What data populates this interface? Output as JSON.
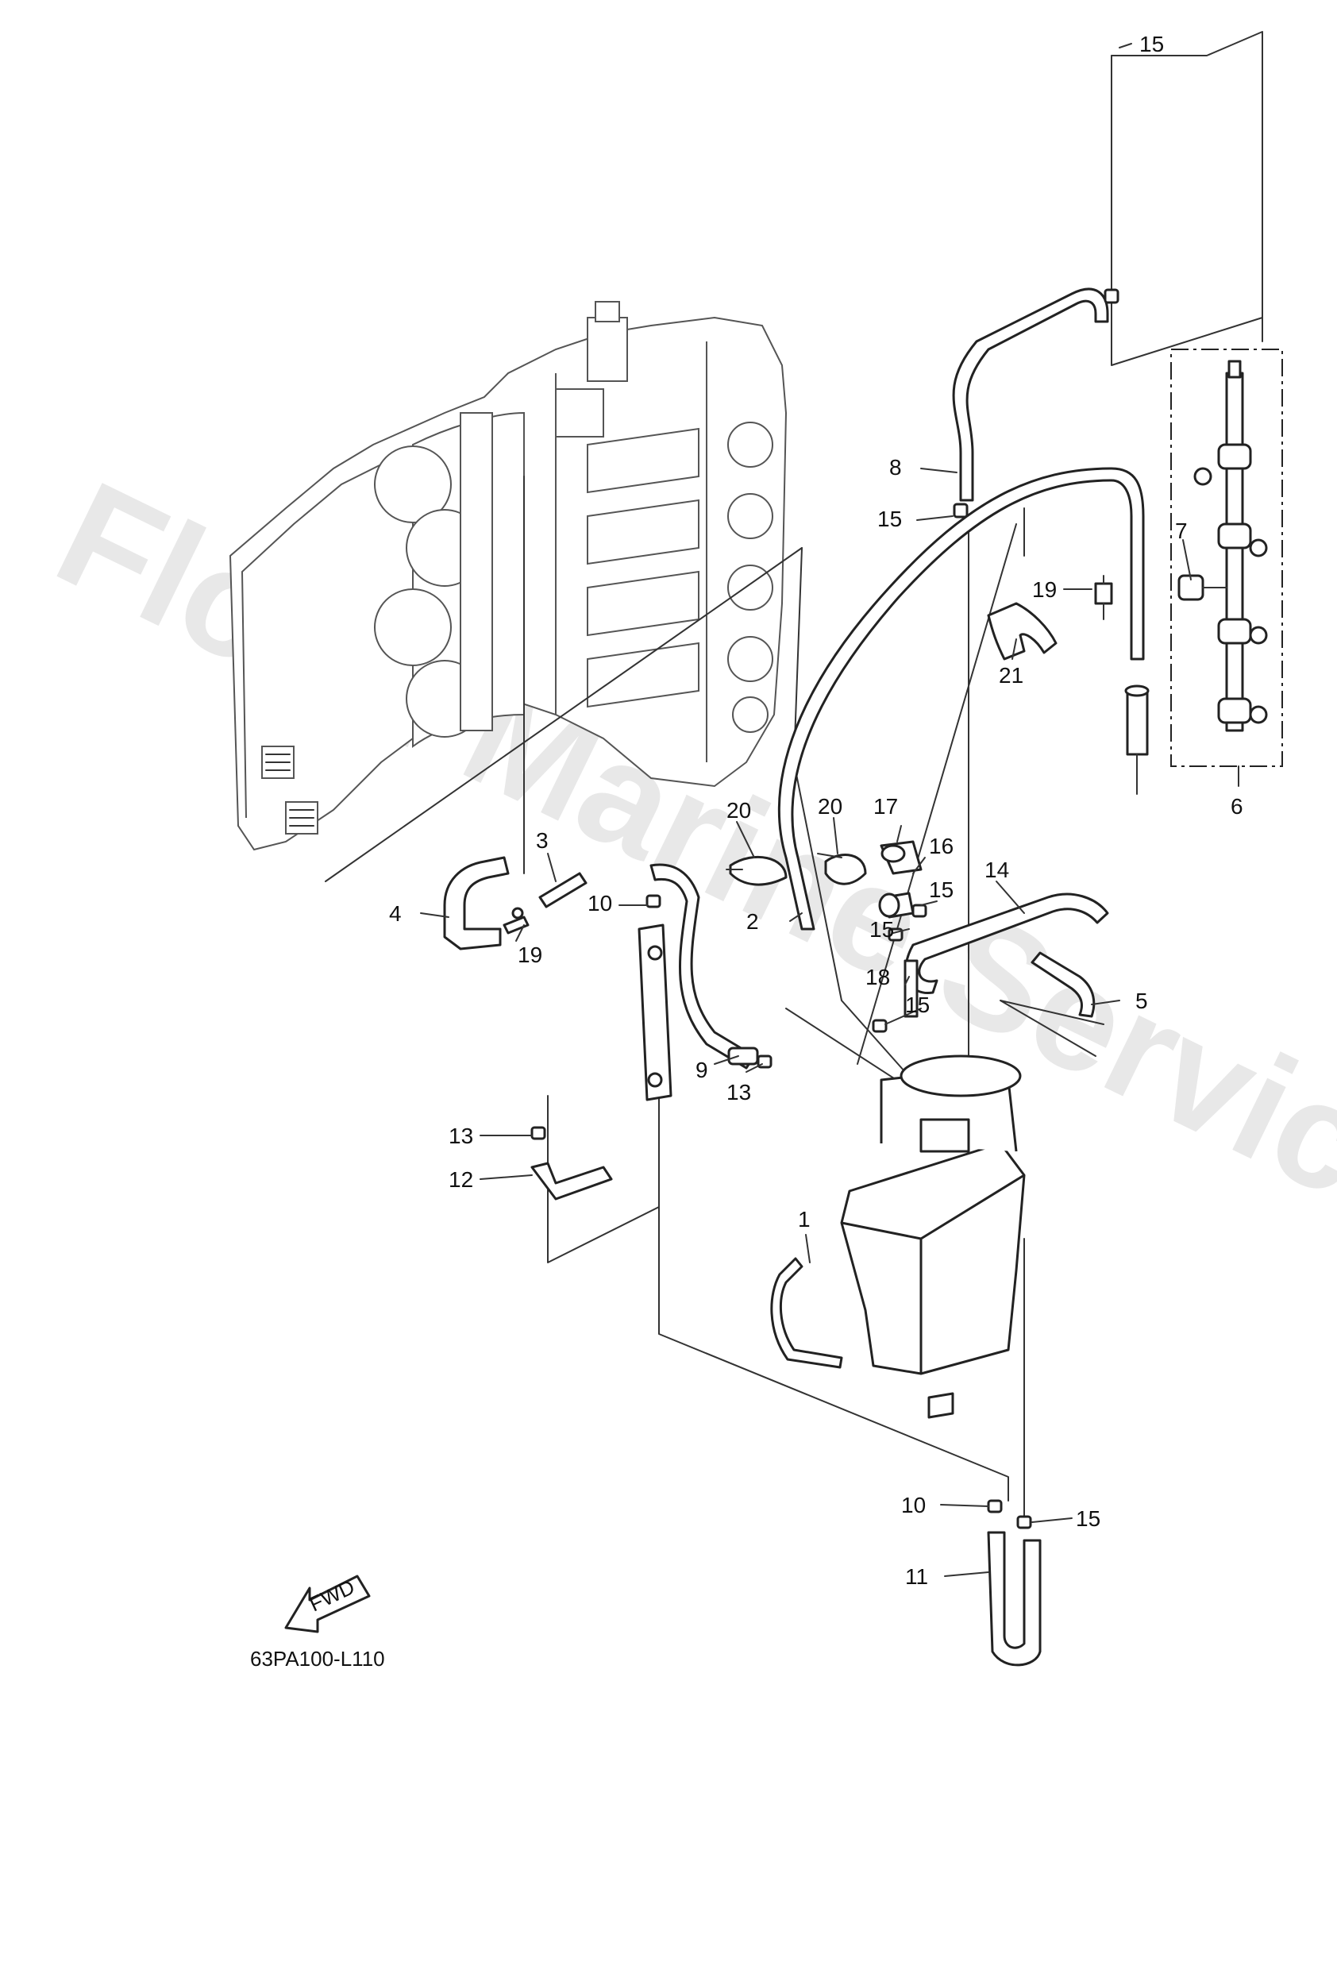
{
  "watermark": "Flood Marine Services",
  "diagram_code": "63PA100-L110",
  "fwd_label": "FWD",
  "callouts": {
    "p1": "1",
    "p2": "2",
    "p3": "3",
    "p4": "4",
    "p5": "5",
    "p6": "6",
    "p7": "7",
    "p8": "8",
    "p9": "9",
    "p10a": "10",
    "p10b": "10",
    "p11": "11",
    "p12": "12",
    "p13a": "13",
    "p13b": "13",
    "p14": "14",
    "p15a": "15",
    "p15b": "15",
    "p15c": "15",
    "p15d": "15",
    "p15e": "15",
    "p15f": "15",
    "p16": "16",
    "p17": "17",
    "p18": "18",
    "p19a": "19",
    "p19b": "19",
    "p20a": "20",
    "p20b": "20",
    "p21": "21"
  }
}
